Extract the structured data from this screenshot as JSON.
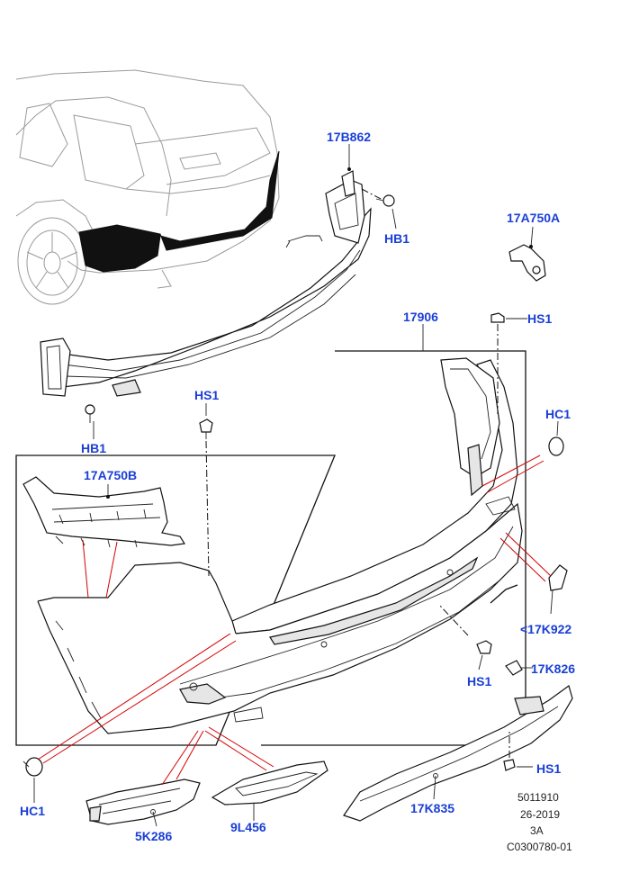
{
  "callouts": {
    "c17B862": "17B862",
    "c17A750A": "17A750A",
    "hb1_top": "HB1",
    "hb1_left": "HB1",
    "c17906": "17906",
    "hs1_top": "HS1",
    "hs1_mid": "HS1",
    "hs1_low": "HS1",
    "hs1_bot": "HS1",
    "hc1_right": "HC1",
    "hc1_left": "HC1",
    "c17A750B": "17A750B",
    "c17K922": "<17K922",
    "c17K826": "17K826",
    "c17K835": "17K835",
    "c5K286": "5K286",
    "c9L456": "9L456"
  },
  "reference": {
    "number": "5011910",
    "date": "26-2019",
    "revision": "3A",
    "code": "C0300780-01"
  },
  "colors": {
    "callout": "#1a3fd6",
    "leader_red": "#d40000",
    "line": "#111111"
  }
}
